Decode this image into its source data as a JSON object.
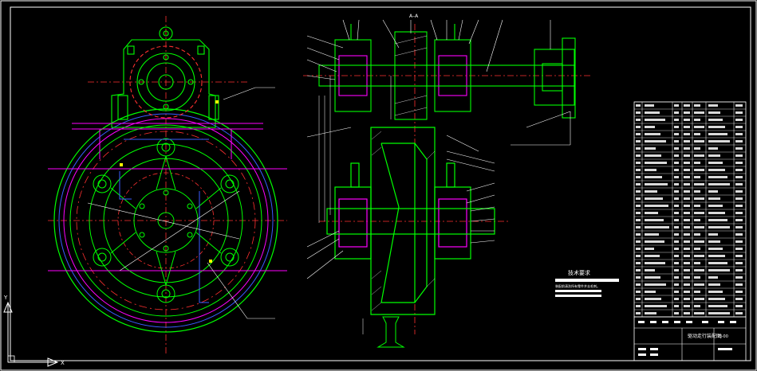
{
  "colors": {
    "background": "#000000",
    "frame": "#ffffff",
    "outline": "#00ff00",
    "hidden": "#ff3030",
    "dim": "#ffffff",
    "magenta": "#ff00ff",
    "blue": "#3a5cff",
    "yellow": "#ffff00",
    "cyan": "#00ffff"
  },
  "views": {
    "section_label": "A–A"
  },
  "notes": {
    "title": "技术要求",
    "line1": "装配前清洗所有零件并去毛刺。"
  },
  "title_block": {
    "drawing_name": "驱动走行装配图",
    "drawing_number": "ZJ-00"
  },
  "bom_row_count": 30,
  "ucs": {
    "x": "X",
    "y": "Y"
  }
}
